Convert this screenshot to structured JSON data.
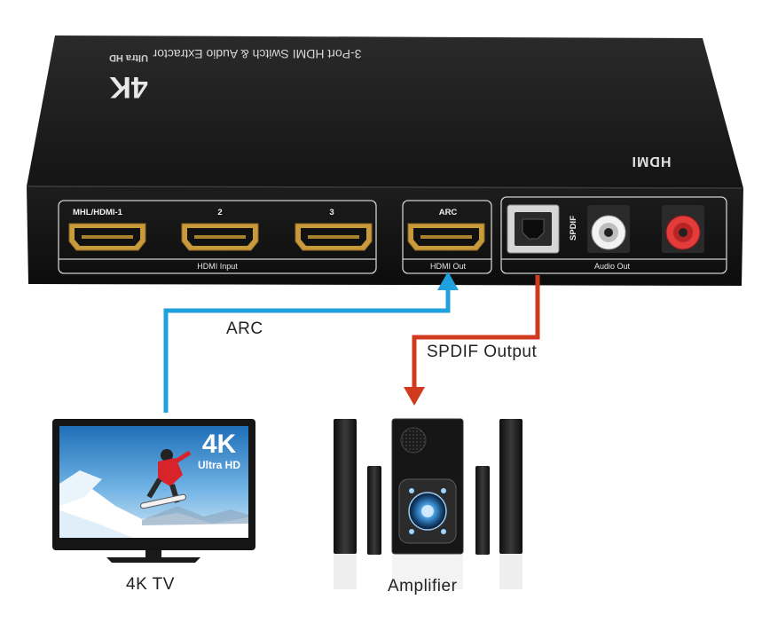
{
  "device": {
    "brand_logo_text": "4K",
    "brand_logo_sub": "Ultra HD",
    "product_title": "3-Port HDMI Switch & Audio Extractor",
    "hdmi_logo": "HDMI",
    "input_group_label": "HDMI Input",
    "ports": [
      {
        "label": "MHL/HDMI-1"
      },
      {
        "label": "2"
      },
      {
        "label": "3"
      }
    ],
    "arc_port_label": "ARC",
    "hdmi_out_label": "HDMI Out",
    "spdif_label": "SPDIF",
    "audio_out_label": "Audio Out"
  },
  "connections": {
    "arc_label": "ARC",
    "spdif_label": "SPDIF Output",
    "arc_color": "#1ea1dc",
    "spdif_color": "#d03a1e"
  },
  "tv": {
    "caption": "4K TV",
    "screen_badge": "4K",
    "screen_badge_sub": "Ultra HD"
  },
  "amplifier": {
    "caption": "Amplifier"
  }
}
